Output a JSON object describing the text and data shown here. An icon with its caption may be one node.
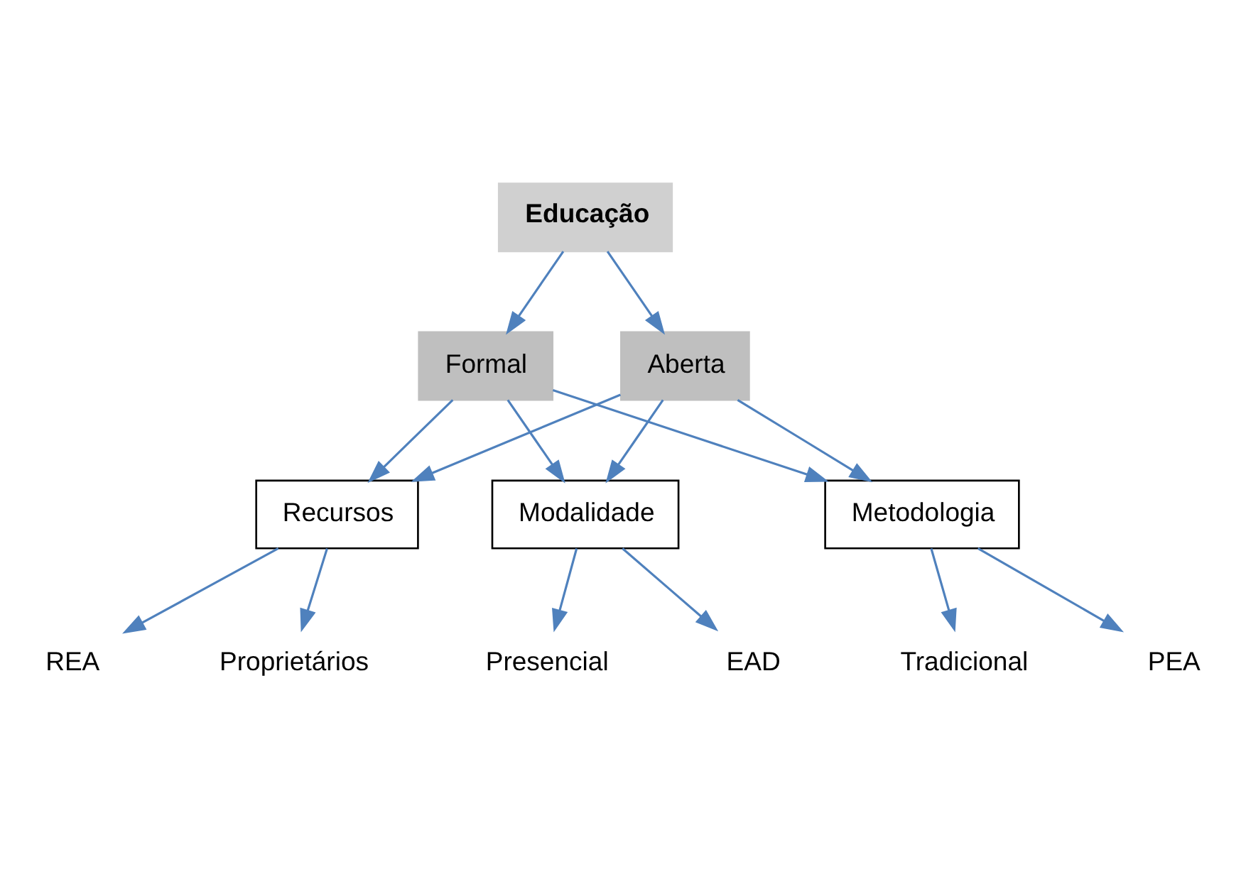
{
  "diagram": {
    "nodes": [
      {
        "text": [
          "Educação"
        ]
      },
      {
        "text": [
          "Formal"
        ]
      },
      {
        "text": [
          "Aberta"
        ]
      },
      {
        "text": [
          "Recursos"
        ]
      },
      {
        "text": [
          "Modalidade"
        ]
      },
      {
        "text": [
          "Metodologia"
        ]
      },
      {
        "text": [
          "REA"
        ]
      },
      {
        "text": [
          "Proprietários"
        ]
      },
      {
        "text": [
          "Presencial"
        ]
      },
      {
        "text": [
          "EAD"
        ]
      },
      {
        "text": [
          "Tradicional"
        ]
      },
      {
        "text": [
          "PEA"
        ]
      }
    ],
    "edges": [
      {
        "from": 0,
        "to": 1,
        "arrow": "to"
      },
      {
        "from": 0,
        "to": 2,
        "arrow": "to"
      },
      {
        "from": 1,
        "to": 3,
        "arrow": "to"
      },
      {
        "from": 1,
        "to": 4,
        "arrow": "to"
      },
      {
        "from": 1,
        "to": 5,
        "arrow": "to"
      },
      {
        "from": 2,
        "to": 3,
        "arrow": "to"
      },
      {
        "from": 2,
        "to": 4,
        "arrow": "to"
      },
      {
        "from": 2,
        "to": 5,
        "arrow": "to"
      },
      {
        "from": 3,
        "to": 6,
        "arrow": "to"
      },
      {
        "from": 3,
        "to": 7,
        "arrow": "to"
      },
      {
        "from": 4,
        "to": 8,
        "arrow": "to"
      },
      {
        "from": 4,
        "to": 9,
        "arrow": "to"
      },
      {
        "from": 5,
        "to": 10,
        "arrow": "to"
      },
      {
        "from": 5,
        "to": 11,
        "arrow": "to"
      }
    ]
  }
}
